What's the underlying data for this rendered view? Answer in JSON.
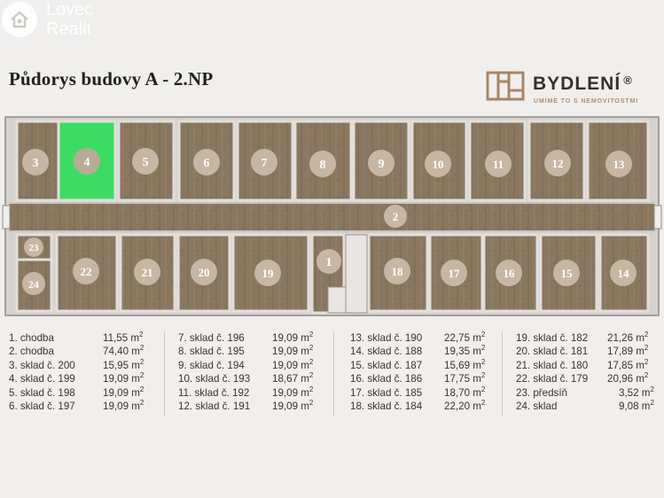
{
  "watermark": {
    "text_line1": "Lovec",
    "text_line2": "Realit"
  },
  "title": "Půdorys budovy A - 2.NP",
  "company": {
    "name": "BYDLENÍ",
    "registered": "®",
    "tagline": "UMÍME TO S NEMOVITOSTMI"
  },
  "colors": {
    "floor": "#8a775f",
    "wall": "#d9d6d2",
    "badge": "#c8b6a2",
    "highlight": "#3cdc64",
    "corridor": "#86735c"
  },
  "room_labels": {
    "r1": "1",
    "r2": "2",
    "r3": "3",
    "r4": "4",
    "r5": "5",
    "r6": "6",
    "r7": "7",
    "r8": "8",
    "r9": "9",
    "r10": "10",
    "r11": "11",
    "r12": "12",
    "r13": "13",
    "r14": "14",
    "r15": "15",
    "r16": "16",
    "r17": "17",
    "r18": "18",
    "r19": "19",
    "r20": "20",
    "r21": "21",
    "r22": "22",
    "r23": "23",
    "r24": "24"
  },
  "highlighted_room": "4",
  "legend": {
    "col1": [
      {
        "label": "1. chodba",
        "value": "11,55 m",
        "unit_sup": "2"
      },
      {
        "label": "2. chodba",
        "value": "74,40 m",
        "unit_sup": "2"
      },
      {
        "label": "3. sklad č. 200",
        "value": "15,95 m",
        "unit_sup": "2"
      },
      {
        "label": "4. sklad č. 199",
        "value": "19,09 m",
        "unit_sup": "2"
      },
      {
        "label": "5. sklad č. 198",
        "value": "19,09 m",
        "unit_sup": "2"
      },
      {
        "label": "6. sklad č. 197",
        "value": "19,09 m",
        "unit_sup": "2"
      }
    ],
    "col2": [
      {
        "label": "7. sklad č. 196",
        "value": "19,09 m",
        "unit_sup": "2"
      },
      {
        "label": "8. sklad č. 195",
        "value": "19,09 m",
        "unit_sup": "2"
      },
      {
        "label": "9. sklad č. 194",
        "value": "19,09 m",
        "unit_sup": "2"
      },
      {
        "label": "10. sklad č. 193",
        "value": "18,67 m",
        "unit_sup": "2"
      },
      {
        "label": "11. sklad č. 192",
        "value": "19,09 m",
        "unit_sup": "2"
      },
      {
        "label": "12. sklad č. 191",
        "value": "19,09 m",
        "unit_sup": "2"
      }
    ],
    "col3": [
      {
        "label": "13. sklad č. 190",
        "value": "22,75 m",
        "unit_sup": "2"
      },
      {
        "label": "14. sklad č. 188",
        "value": "19,35 m",
        "unit_sup": "2"
      },
      {
        "label": "15. sklad č. 187",
        "value": "15,69 m",
        "unit_sup": "2"
      },
      {
        "label": "16. sklad č. 186",
        "value": "17,75 m",
        "unit_sup": "2"
      },
      {
        "label": "17. sklad č. 185",
        "value": "18,70 m",
        "unit_sup": "2"
      },
      {
        "label": "18. sklad č. 184",
        "value": "22,20 m",
        "unit_sup": "2"
      }
    ],
    "col4": [
      {
        "label": "19. sklad č. 182",
        "value": "21,26 m",
        "unit_sup": "2"
      },
      {
        "label": "20. sklad č. 181",
        "value": "17,89 m",
        "unit_sup": "2"
      },
      {
        "label": "21. sklad č. 180",
        "value": "17,85 m",
        "unit_sup": "2"
      },
      {
        "label": "22. sklad č. 179",
        "value": "20,96 m",
        "unit_sup": "2"
      },
      {
        "label": "23. předsíň",
        "value": "3,52 m",
        "unit_sup": "2"
      },
      {
        "label": "24. sklad",
        "value": "9,08 m",
        "unit_sup": "2"
      }
    ]
  }
}
